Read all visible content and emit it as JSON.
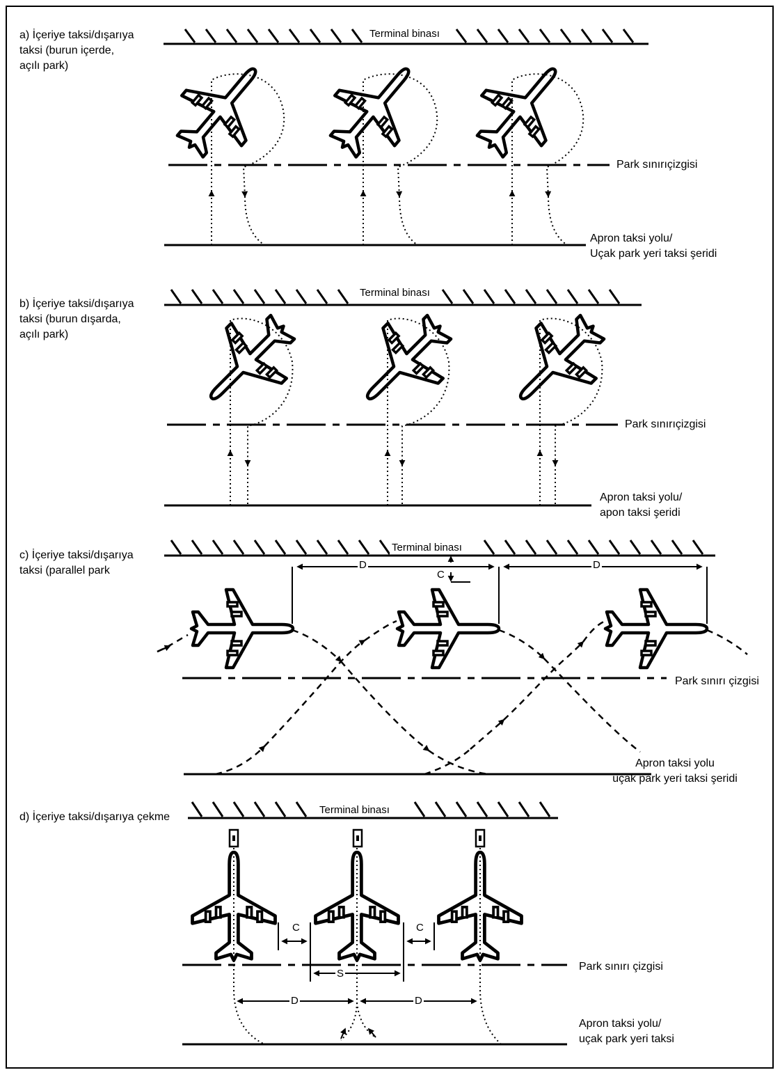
{
  "colors": {
    "ink": "#000000",
    "background": "#ffffff"
  },
  "icon_names": [
    "airplane-icon",
    "tow-tractor-icon",
    "arrowhead-icon"
  ],
  "panels": [
    {
      "id": "a",
      "title": "a) İçeriye taksi/dışarıya\ntaksi (burun içerde,\naçılı park)",
      "terminal": "Terminal binası",
      "parking_line": "Park sınırıçizgisi",
      "taxi_lane": "Apron taksi yolu/\nUçak park yeri taksi şeridi"
    },
    {
      "id": "b",
      "title": "b) İçeriye taksi/dışarıya\ntaksi (burun dışarda,\naçılı park)",
      "terminal": "Terminal binası",
      "parking_line": "Park sınırıçizgisi",
      "taxi_lane": "Apron taksi yolu/\napon taksi şeridi"
    },
    {
      "id": "c",
      "title": "c) İçeriye taksi/dışarıya\ntaksi (parallel park",
      "terminal": "Terminal binası",
      "parking_line": "Park sınırı çizgisi",
      "taxi_lane": "Apron taksi yolu\nuçak park yeri taksi şeridi",
      "dimension_labels": [
        "D",
        "D",
        "C"
      ]
    },
    {
      "id": "d",
      "title": "d) İçeriye taksi/dışarıya çekme",
      "terminal": "Terminal binası",
      "parking_line": "Park sınırı çizgisi",
      "taxi_lane": "Apron taksi yolu/\nuçak park yeri taksi",
      "dimension_labels": [
        "C",
        "C",
        "S",
        "D",
        "D"
      ]
    }
  ]
}
